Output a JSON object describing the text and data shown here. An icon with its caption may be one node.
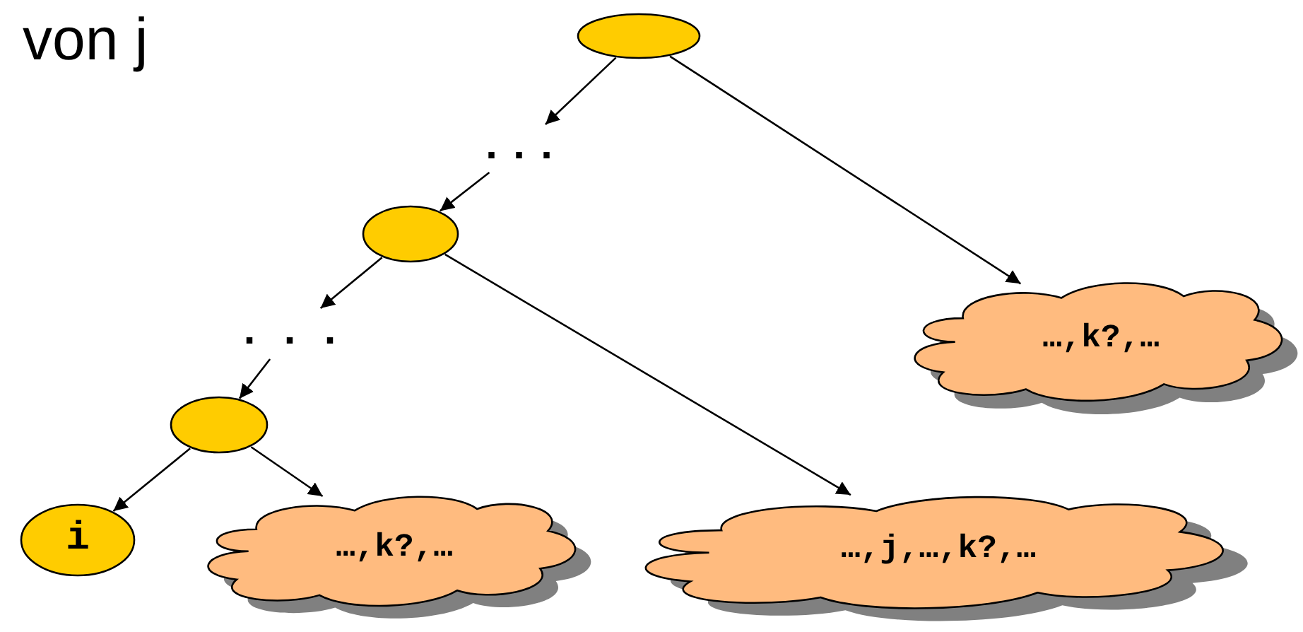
{
  "diagram": {
    "title": "von j",
    "nodes": [
      {
        "text": [],
        "shape": "ellipse"
      },
      {
        "text": [
          "..."
        ]
      },
      {
        "text": [],
        "shape": "ellipse"
      },
      {
        "text": [
          "..."
        ]
      },
      {
        "text": [],
        "shape": "ellipse"
      },
      {
        "text": [
          "i"
        ]
      },
      {
        "text": [
          "…,k?,…"
        ]
      },
      {
        "text": [
          "…,k?,…"
        ]
      },
      {
        "text": [
          "…,j,…,k?,…"
        ]
      }
    ],
    "edges": [
      {
        "from": 0,
        "to": 1,
        "arrow": "to"
      },
      {
        "from": 0,
        "to": 7,
        "arrow": "to"
      },
      {
        "from": 1,
        "to": 2,
        "arrow": "to"
      },
      {
        "from": 2,
        "to": 3,
        "arrow": "to"
      },
      {
        "from": 2,
        "to": 8,
        "arrow": "to"
      },
      {
        "from": 3,
        "to": 4,
        "arrow": "to"
      },
      {
        "from": 4,
        "to": 5,
        "arrow": "to"
      },
      {
        "from": 4,
        "to": 6,
        "arrow": "to"
      }
    ]
  }
}
